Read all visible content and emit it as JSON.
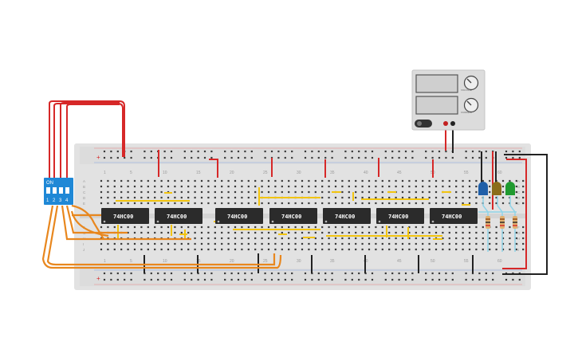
{
  "board": {
    "column_numbers": [
      "1",
      "5",
      "10",
      "15",
      "20",
      "25",
      "30",
      "35",
      "40",
      "45",
      "50",
      "55",
      "60"
    ],
    "row_labels_top": [
      "A",
      "B",
      "C",
      "D",
      "E"
    ],
    "row_labels_bottom": [
      "F",
      "G",
      "H",
      "I",
      "J"
    ],
    "rail_plus": "+",
    "rail_minus": "-"
  },
  "chips": [
    {
      "label": "74HC00"
    },
    {
      "label": "74HC00"
    },
    {
      "label": "74HC00"
    },
    {
      "label": "74HC00"
    },
    {
      "label": "74HC00"
    },
    {
      "label": "74HC00"
    },
    {
      "label": "74HC00"
    }
  ],
  "dip_switch": {
    "on_label": "ON",
    "numbers": [
      "1",
      "2",
      "3",
      "4"
    ]
  },
  "power_supply": {
    "knob_labels": [
      "VOLTAGE",
      "CURRENT"
    ]
  },
  "leds": [
    {
      "color": "#1f5fa8"
    },
    {
      "color": "#8a6d1a"
    },
    {
      "color": "#1f9a2f"
    }
  ],
  "colors": {
    "wire_red": "#d62828",
    "wire_orange": "#e8871e",
    "wire_yellow": "#f2c40f",
    "wire_black": "#222222",
    "wire_cyan": "#8fd3e8",
    "breadboard": "#e2e2e2",
    "chip": "#2b2b2b",
    "dip_body": "#1f88d6"
  }
}
